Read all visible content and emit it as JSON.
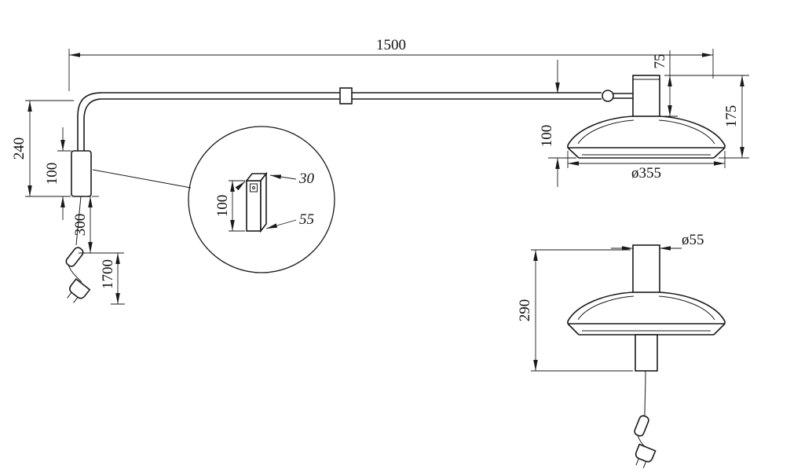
{
  "colors": {
    "line": "#1a1a1a",
    "background": "#ffffff"
  },
  "dims": {
    "arm_length": "1500",
    "mount_drop": "240",
    "bracket_height": "100",
    "cord_segment": "300",
    "cable_total": "1700",
    "detail_depth": "30",
    "detail_height": "100",
    "detail_width": "55",
    "head_neck_height": "75",
    "head_total_height": "175",
    "shade_drop": "100",
    "shade_diameter": "ø355",
    "tube_diameter": "ø55",
    "body_height": "290"
  }
}
